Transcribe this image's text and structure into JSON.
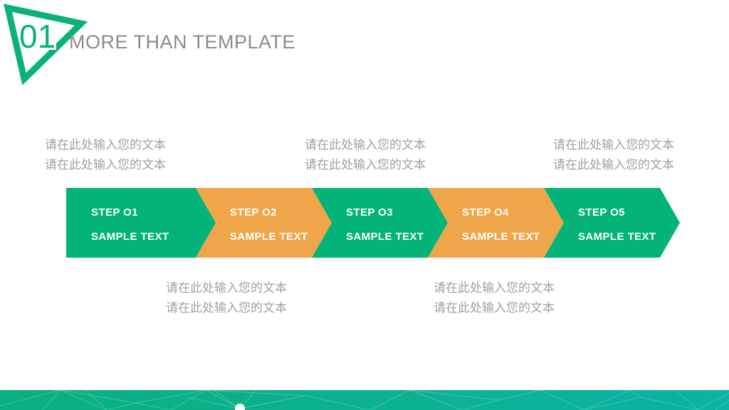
{
  "header": {
    "section_number": "01",
    "title": "MORE THAN TEMPLATE"
  },
  "annotations": {
    "top": [
      {
        "lines": [
          "请在此处输入您的文本",
          "请在此处输入您的文本"
        ]
      },
      {
        "lines": [
          "请在此处输入您的文本",
          "请在此处输入您的文本"
        ]
      },
      {
        "lines": [
          "请在此处输入您的文本",
          "请在此处输入您的文本"
        ]
      }
    ],
    "bottom": [
      {
        "lines": [
          "请在此处输入您的文本",
          "请在此处输入您的文本"
        ]
      },
      {
        "lines": [
          "请在此处输入您的文本",
          "请在此处输入您的文本"
        ]
      }
    ]
  },
  "process": {
    "steps": [
      {
        "title": "STEP O1",
        "subtitle": "SAMPLE TEXT",
        "color": "#04b377"
      },
      {
        "title": "STEP O2",
        "subtitle": "SAMPLE TEXT",
        "color": "#efa64b"
      },
      {
        "title": "STEP O3",
        "subtitle": "SAMPLE TEXT",
        "color": "#04b377"
      },
      {
        "title": "STEP O4",
        "subtitle": "SAMPLE TEXT",
        "color": "#efa64b"
      },
      {
        "title": "STEP O5",
        "subtitle": "SAMPLE TEXT",
        "color": "#04b377"
      }
    ]
  },
  "colors": {
    "accent_green": "#0bb277",
    "step_green": "#04b377",
    "step_orange": "#efa64b",
    "title_gray": "#8a8a8a",
    "placeholder_gray": "#a0a0a0",
    "footer_left": "#0bb07f",
    "footer_right": "#0cb2a3"
  }
}
